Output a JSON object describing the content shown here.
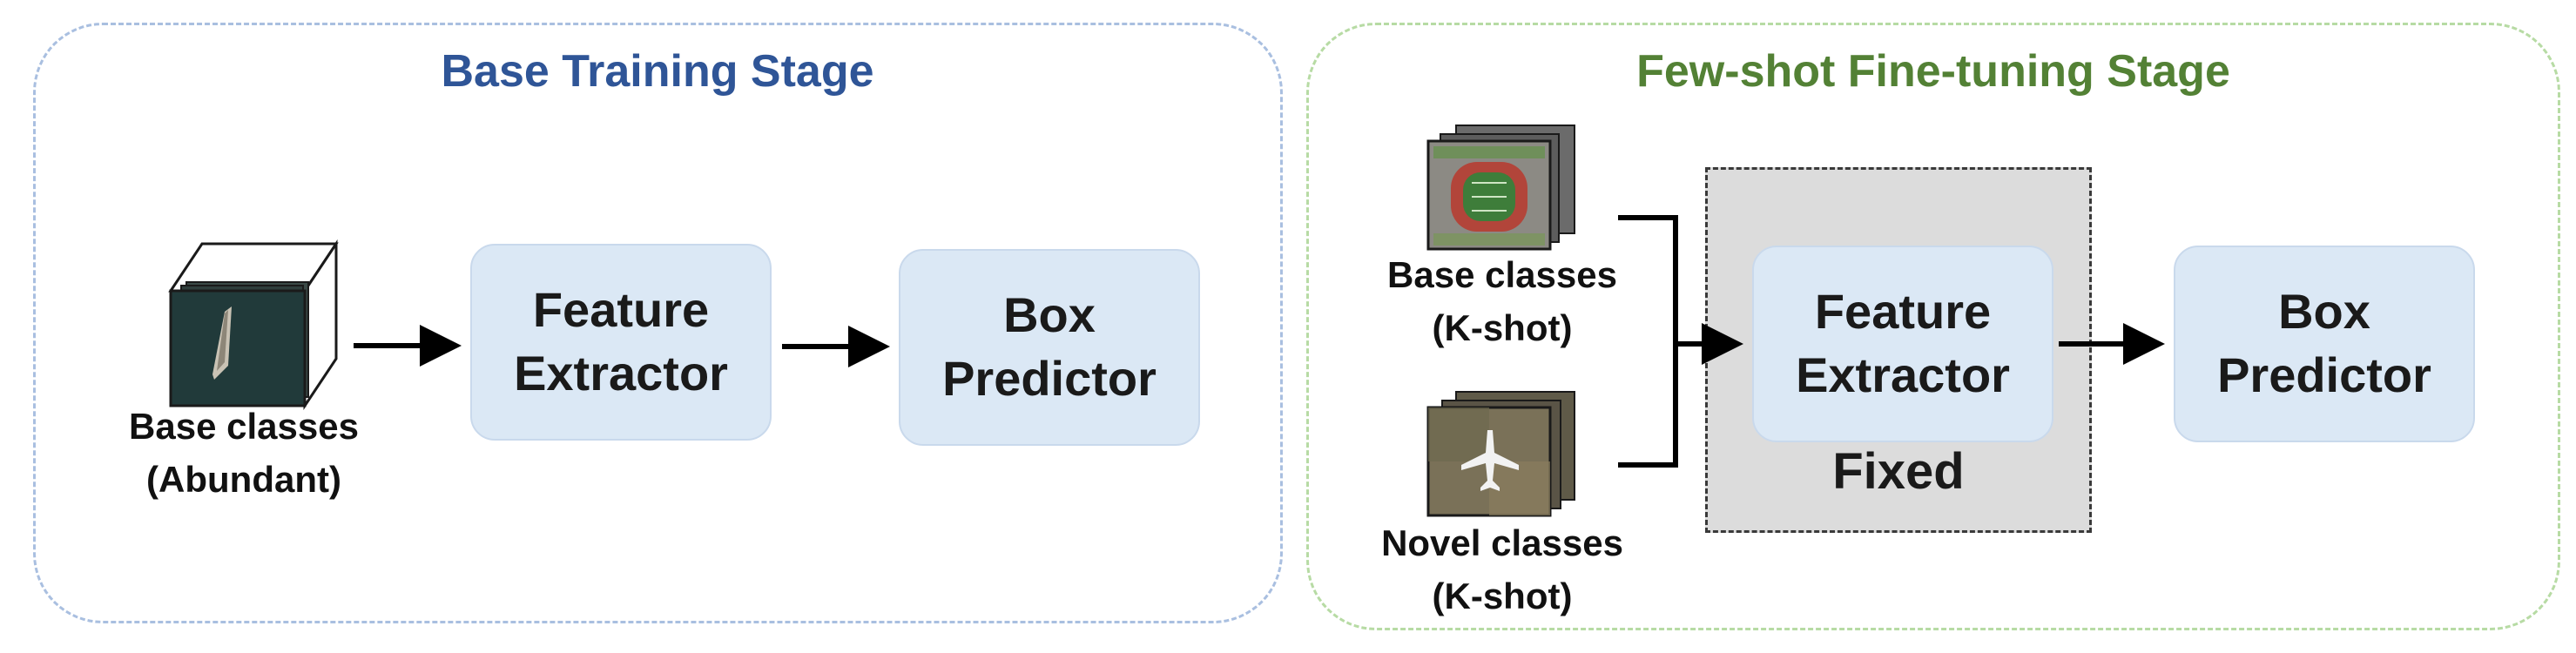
{
  "stages": {
    "base": {
      "title": "Base Training Stage",
      "border_color": "#a9bfe0",
      "title_color": "#2f5597",
      "input_caption": [
        "Base classes",
        "(Abundant)"
      ],
      "feature_extractor": [
        "Feature",
        "Extractor"
      ],
      "box_predictor": [
        "Box",
        "Predictor"
      ]
    },
    "finetune": {
      "title": "Few-shot Fine-tuning Stage",
      "border_color": "#b7dba4",
      "title_color": "#538135",
      "base_caption": [
        "Base classes",
        "(K-shot)"
      ],
      "novel_caption": [
        "Novel classes",
        "(K-shot)"
      ],
      "feature_extractor": [
        "Feature",
        "Extractor"
      ],
      "fixed_label": "Fixed",
      "box_predictor": [
        "Box",
        "Predictor"
      ]
    }
  },
  "colors": {
    "module_fill": "#dbe8f5",
    "fixed_fill": "#dcdcdc",
    "arrow": "#000000"
  },
  "images": {
    "base_stack": "ship-satellite-image-stack",
    "finetune_base_stack": "stadium-satellite-image-stack",
    "finetune_novel_stack": "airplane-satellite-image-stack"
  }
}
